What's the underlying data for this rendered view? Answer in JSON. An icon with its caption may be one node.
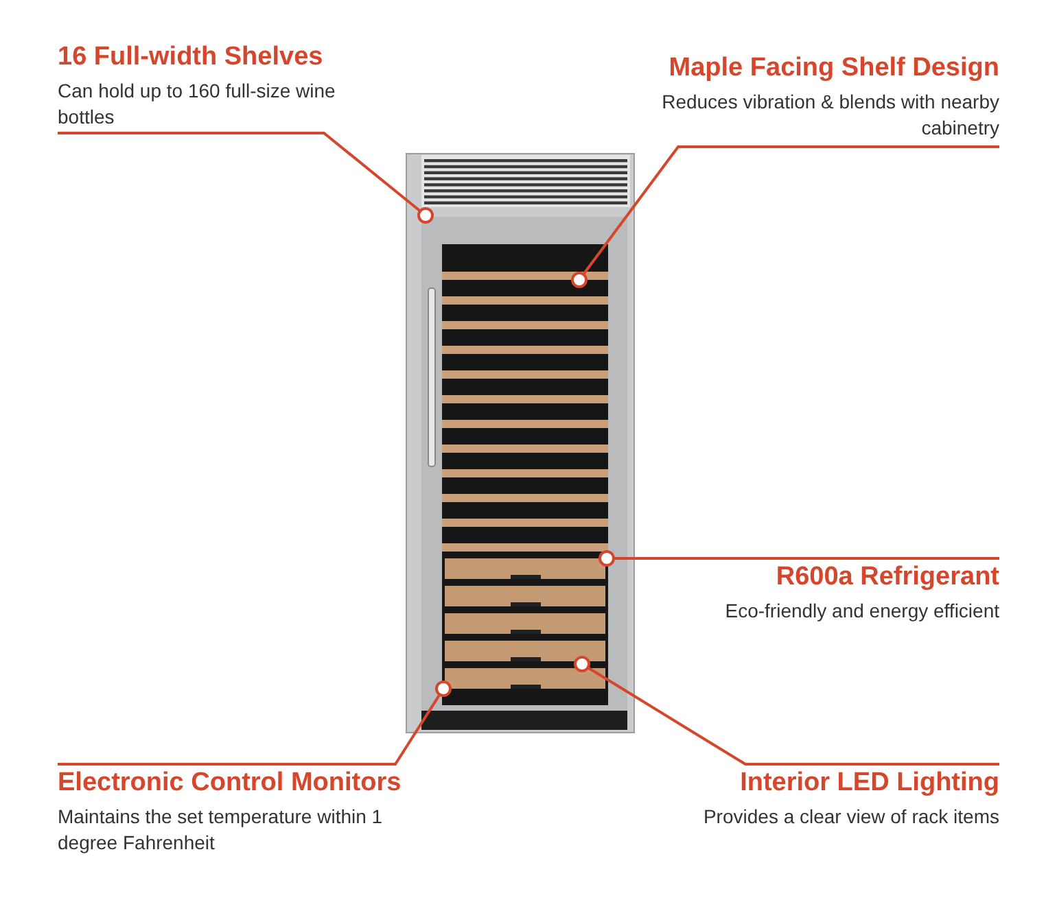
{
  "diagram": {
    "nodes": [
      {
        "text": [
          "16 Full-width Shelves",
          "Can hold up to 160 full-size wine bottles"
        ]
      },
      {
        "text": [
          "Maple Facing Shelf Design",
          "Reduces vibration & blends with nearby cabinetry"
        ]
      },
      {
        "text": [
          "R600a Refrigerant",
          "Eco-friendly and energy efficient"
        ]
      },
      {
        "text": [
          "Electronic Control Monitors",
          "Maintains the set temperature within 1 degree Fahrenheit"
        ]
      },
      {
        "text": [
          "Interior LED Lighting",
          "Provides a clear view of rack items"
        ]
      }
    ],
    "edges": [
      {
        "from": 0,
        "to": null,
        "arrow": "other"
      },
      {
        "from": 1,
        "to": null,
        "arrow": "other"
      },
      {
        "from": 2,
        "to": null,
        "arrow": "other"
      },
      {
        "from": 3,
        "to": null,
        "arrow": "other"
      },
      {
        "from": 4,
        "to": null,
        "arrow": "other"
      }
    ]
  }
}
